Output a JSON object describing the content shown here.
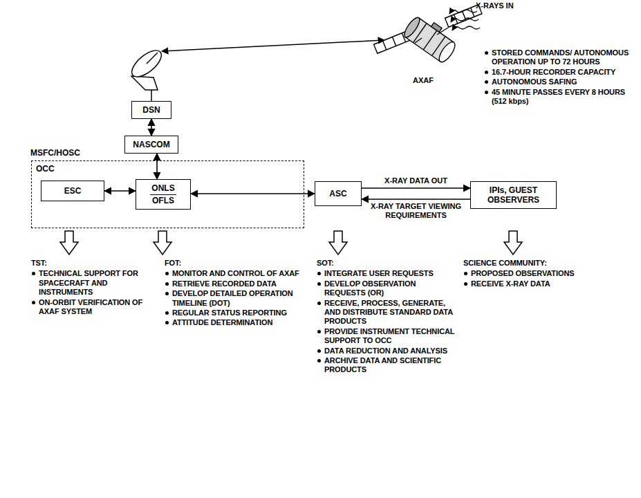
{
  "diagram": {
    "nodes": [
      {
        "text": [
          "DSN"
        ]
      },
      {
        "text": [
          "NASCOM"
        ]
      },
      {
        "text": [
          "MSFC/HOSC",
          "OCC"
        ]
      },
      {
        "text": [
          "ESC"
        ],
        "in": 2
      },
      {
        "text": [
          "ONLS",
          "OFLS"
        ],
        "in": 2
      },
      {
        "text": [
          "ASC"
        ]
      },
      {
        "text": [
          "IPIs, GUEST OBSERVERS"
        ]
      }
    ],
    "edges": [
      {
        "from": 0,
        "to": 1,
        "arrow": "both"
      },
      {
        "from": 1,
        "to": 4,
        "arrow": "both"
      },
      {
        "from": 3,
        "to": 4,
        "arrow": "both"
      },
      {
        "from": 4,
        "to": 5,
        "arrow": "both"
      },
      {
        "from": 5,
        "to": 6,
        "label": "X-RAY DATA OUT",
        "arrow": "to"
      },
      {
        "from": 6,
        "to": 5,
        "label": "X-RAY TARGET VIEWING REQUIREMENTS",
        "arrow": "to"
      }
    ],
    "labels": [
      "X-RAYS IN",
      "AXAF",
      "STORED COMMANDS/ AUTONOMOUS OPERATION UP TO 72 HOURS",
      "16.7-HOUR RECORDER CAPACITY",
      "AUTONOMOUS SAFING",
      "45 MINUTE PASSES EVERY 8 HOURS (512 kbps)",
      "TST:",
      "TECHNICAL SUPPORT FOR SPACECRAFT AND INSTRUMENTS",
      "ON-ORBIT VERIFICATION OF AXAF SYSTEM",
      "FOT:",
      "MONITOR AND CONTROL OF AXAF",
      "RETRIEVE RECORDED DATA",
      "DEVELOP DETAILED OPERATION TIMELINE (DOT)",
      "REGULAR STATUS REPORTING",
      "ATTITUDE DETERMINATION",
      "SOT:",
      "INTEGRATE USER REQUESTS",
      "DEVELOP OBSERVATION REQUESTS (OR)",
      "RECEIVE, PROCESS, GENERATE, AND DISTRIBUTE STANDARD DATA PRODUCTS",
      "PROVIDE INSTRUMENT TECHNICAL SUPPORT TO OCC",
      "DATA REDUCTION AND ANALYSIS",
      "ARCHIVE DATA AND SCIENTIFIC PRODUCTS",
      "SCIENCE COMMUNITY:",
      "PROPOSED OBSERVATIONS",
      "RECEIVE X-RAY DATA"
    ]
  }
}
